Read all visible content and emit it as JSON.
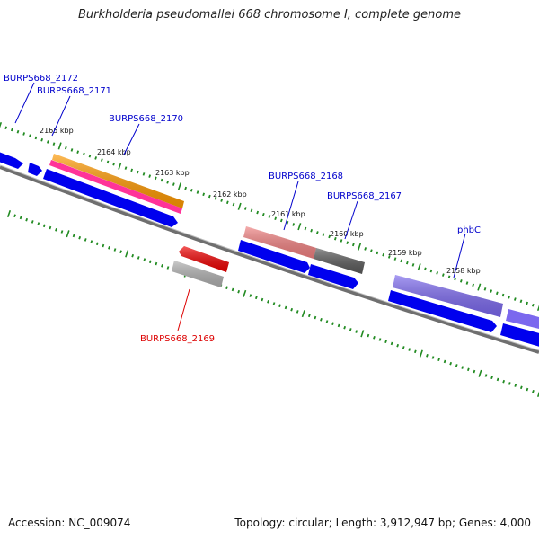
{
  "title": "Burkholderia pseudomallei 668 chromosome I, complete genome",
  "footer": {
    "accession": "Accession: NC_009074",
    "stats": "Topology: circular; Length: 3,912,947 bp; Genes: 4,000"
  },
  "colors": {
    "gene_blue": "#0000ee",
    "highlight_orange": "#ff9900",
    "highlight_pink": "#ff3399",
    "highlight_red": "#ee0000",
    "highlight_lightred": "#f08080",
    "highlight_darkgray": "#555555",
    "highlight_lightgray": "#aaaaaa",
    "highlight_purple": "#7b68ee",
    "backbone": "#777777",
    "tick_green": "#228b22",
    "label_blue": "#0000cc",
    "label_red": "#dd0000"
  },
  "tick_labels": [
    "2165 kbp",
    "2164 kbp",
    "2163 kbp",
    "2162 kbp",
    "2161 kbp",
    "2160 kbp",
    "2159 kbp",
    "2158 kbp"
  ],
  "gene_labels": [
    {
      "text": "BURPS668_2172",
      "color": "label_blue"
    },
    {
      "text": "BURPS668_2171",
      "color": "label_blue"
    },
    {
      "text": "BURPS668_2170",
      "color": "label_blue"
    },
    {
      "text": "BURPS668_2168",
      "color": "label_blue"
    },
    {
      "text": "BURPS668_2167",
      "color": "label_blue"
    },
    {
      "text": "phbC",
      "color": "label_blue"
    },
    {
      "text": "BURPS668_2169",
      "color": "label_red"
    }
  ]
}
